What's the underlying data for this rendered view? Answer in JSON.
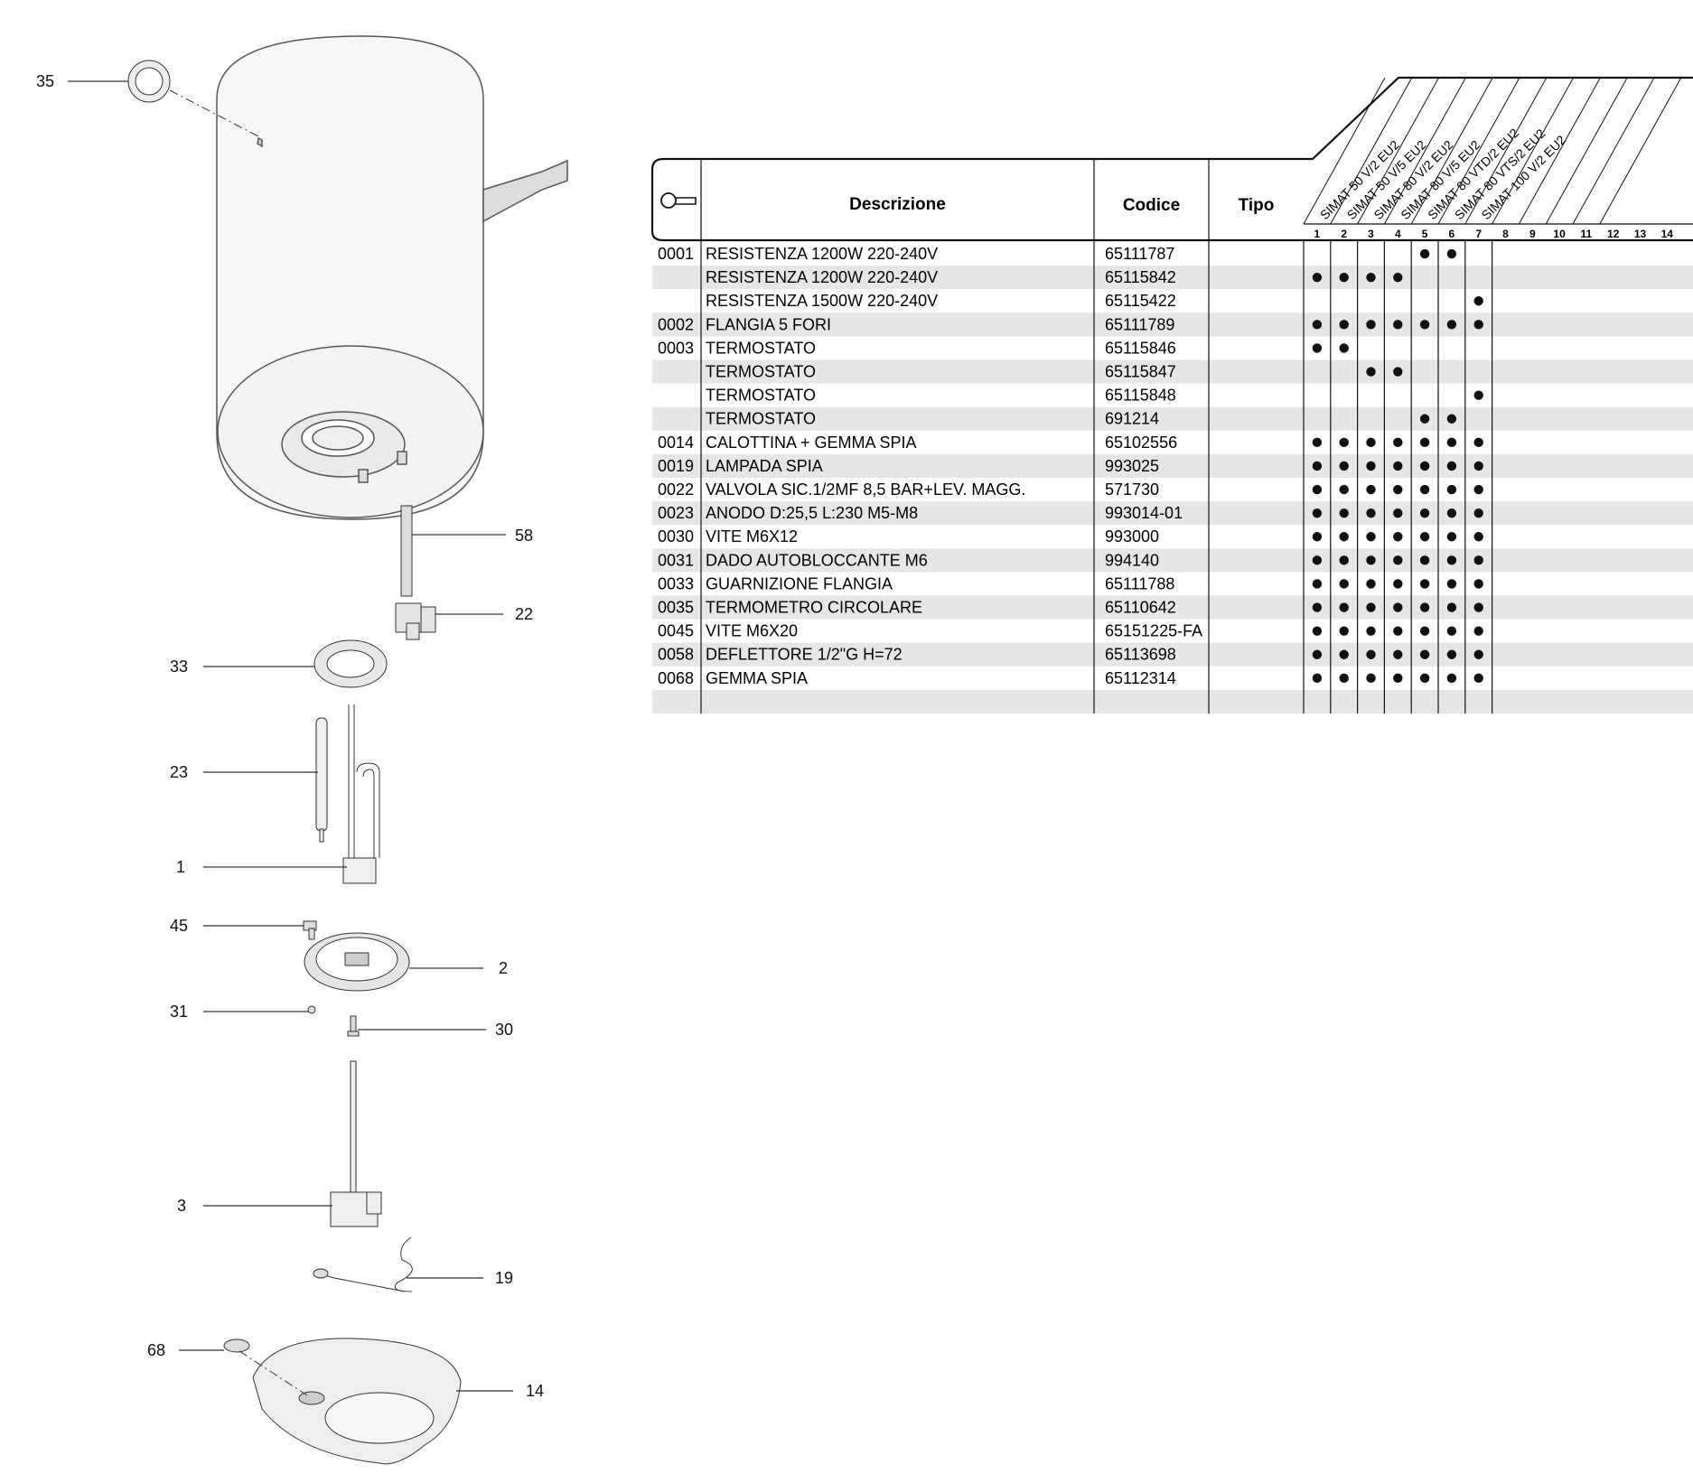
{
  "table": {
    "headers": {
      "key_icon": "key-icon",
      "description": "Descrizione",
      "code": "Codice",
      "type": "Tipo"
    },
    "models": [
      "SIMAT 50 V/2 EU2",
      "SIMAT 50 V/5 EU2",
      "SIMAT 80 V/2 EU2",
      "SIMAT 80 V/5 EU2",
      "SIMAT 80 VTD/2 EU2",
      "SIMAT 80 VTS/2 EU2",
      "SIMAT 100 V/2 EU2"
    ],
    "column_numbers": [
      "1",
      "2",
      "3",
      "4",
      "5",
      "6",
      "7",
      "8",
      "9",
      "10",
      "11",
      "12",
      "13",
      "14"
    ],
    "rows": [
      {
        "pos": "0001",
        "description": "RESISTENZA 1200W 220-240V",
        "code": "65111787",
        "type": "",
        "models": [
          5,
          6
        ]
      },
      {
        "pos": "",
        "description": "RESISTENZA 1200W 220-240V",
        "code": "65115842",
        "type": "",
        "models": [
          1,
          2,
          3,
          4
        ]
      },
      {
        "pos": "",
        "description": "RESISTENZA 1500W 220-240V",
        "code": "65115422",
        "type": "",
        "models": [
          7
        ]
      },
      {
        "pos": "0002",
        "description": "FLANGIA 5 FORI",
        "code": "65111789",
        "type": "",
        "models": [
          1,
          2,
          3,
          4,
          5,
          6,
          7
        ]
      },
      {
        "pos": "0003",
        "description": "TERMOSTATO",
        "code": "65115846",
        "type": "",
        "models": [
          1,
          2
        ]
      },
      {
        "pos": "",
        "description": "TERMOSTATO",
        "code": "65115847",
        "type": "",
        "models": [
          3,
          4
        ]
      },
      {
        "pos": "",
        "description": "TERMOSTATO",
        "code": "65115848",
        "type": "",
        "models": [
          7
        ]
      },
      {
        "pos": "",
        "description": "TERMOSTATO",
        "code": "691214",
        "type": "",
        "models": [
          5,
          6
        ]
      },
      {
        "pos": "0014",
        "description": "CALOTTINA + GEMMA SPIA",
        "code": "65102556",
        "type": "",
        "models": [
          1,
          2,
          3,
          4,
          5,
          6,
          7
        ]
      },
      {
        "pos": "0019",
        "description": "LAMPADA SPIA",
        "code": "993025",
        "type": "",
        "models": [
          1,
          2,
          3,
          4,
          5,
          6,
          7
        ]
      },
      {
        "pos": "0022",
        "description": "VALVOLA SIC.1/2MF 8,5 BAR+LEV. MAGG.",
        "code": "571730",
        "type": "",
        "models": [
          1,
          2,
          3,
          4,
          5,
          6,
          7
        ]
      },
      {
        "pos": "0023",
        "description": "ANODO D:25,5 L:230 M5-M8",
        "code": "993014-01",
        "type": "",
        "models": [
          1,
          2,
          3,
          4,
          5,
          6,
          7
        ]
      },
      {
        "pos": "0030",
        "description": "VITE M6X12",
        "code": "993000",
        "type": "",
        "models": [
          1,
          2,
          3,
          4,
          5,
          6,
          7
        ]
      },
      {
        "pos": "0031",
        "description": "DADO AUTOBLOCCANTE M6",
        "code": "994140",
        "type": "",
        "models": [
          1,
          2,
          3,
          4,
          5,
          6,
          7
        ]
      },
      {
        "pos": "0033",
        "description": "GUARNIZIONE FLANGIA",
        "code": "65111788",
        "type": "",
        "models": [
          1,
          2,
          3,
          4,
          5,
          6,
          7
        ]
      },
      {
        "pos": "0035",
        "description": "TERMOMETRO CIRCOLARE",
        "code": "65110642",
        "type": "",
        "models": [
          1,
          2,
          3,
          4,
          5,
          6,
          7
        ]
      },
      {
        "pos": "0045",
        "description": "VITE M6X20",
        "code": "65151225-FA",
        "type": "",
        "models": [
          1,
          2,
          3,
          4,
          5,
          6,
          7
        ]
      },
      {
        "pos": "0058",
        "description": "DEFLETTORE 1/2\"G H=72",
        "code": "65113698",
        "type": "",
        "models": [
          1,
          2,
          3,
          4,
          5,
          6,
          7
        ]
      },
      {
        "pos": "0068",
        "description": "GEMMA SPIA",
        "code": "65112314",
        "type": "",
        "models": [
          1,
          2,
          3,
          4,
          5,
          6,
          7
        ]
      }
    ]
  },
  "diagram": {
    "callouts": {
      "c35": "35",
      "c58": "58",
      "c22": "22",
      "c33": "33",
      "c23": "23",
      "c1": "1",
      "c45": "45",
      "c2": "2",
      "c31": "31",
      "c30": "30",
      "c3": "3",
      "c19": "19",
      "c68": "68",
      "c14": "14"
    }
  }
}
